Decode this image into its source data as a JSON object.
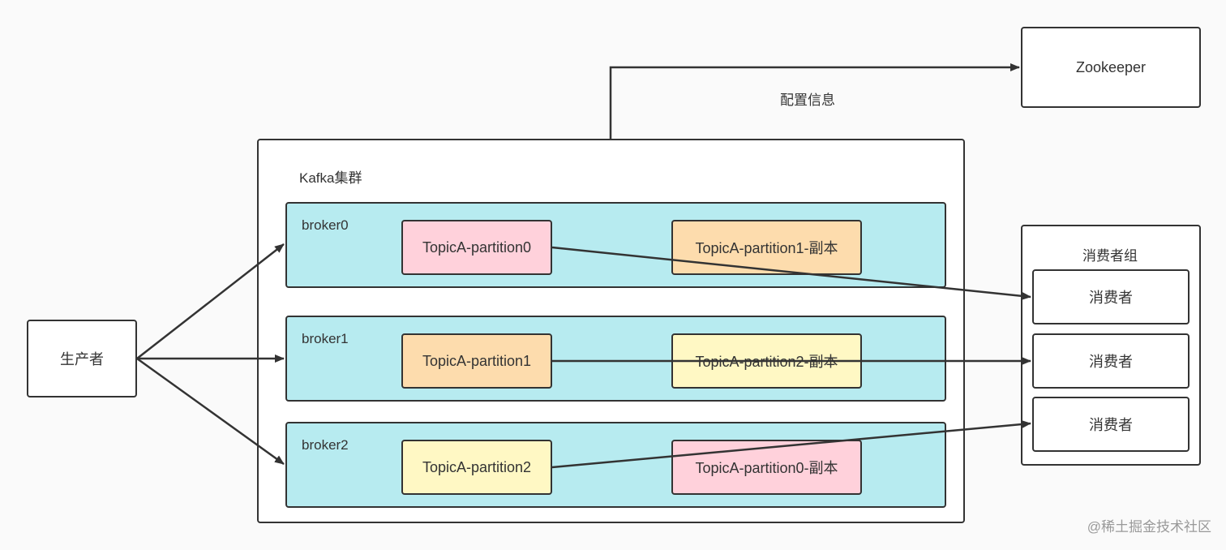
{
  "producer": {
    "label": "生产者"
  },
  "zookeeper": {
    "label": "Zookeeper"
  },
  "config_label": "配置信息",
  "cluster": {
    "title": "Kafka集群",
    "brokers": [
      {
        "name": "broker0",
        "partition": "TopicA-partition0",
        "replica": "TopicA-partition1-副本"
      },
      {
        "name": "broker1",
        "partition": "TopicA-partition1",
        "replica": "TopicA-partition2-副本"
      },
      {
        "name": "broker2",
        "partition": "TopicA-partition2",
        "replica": "TopicA-partition0-副本"
      }
    ]
  },
  "consumer_group": {
    "title": "消费者组",
    "consumers": [
      "消费者",
      "消费者",
      "消费者"
    ]
  },
  "watermark": "@稀土掘金技术社区",
  "colors": {
    "broker_bg": "#b7ebf0",
    "partition0": "#ffd1db",
    "partition1": "#fddcad",
    "partition2": "#fff8c4",
    "stroke": "#333333"
  }
}
